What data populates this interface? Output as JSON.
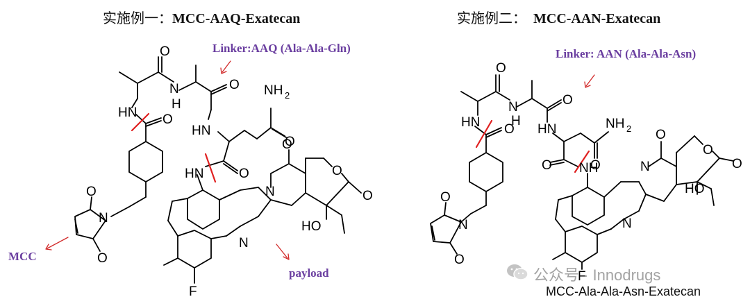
{
  "colors": {
    "annotation": "#6b3fa0",
    "arrow": "#d22b2b",
    "cleavage": "#e02020",
    "bond": "#000000"
  },
  "left": {
    "title_cn": "实施例一：",
    "title_en": "MCC-AAQ-Exatecan",
    "linker_label": "Linker:AAQ (Ala-Ala-Gln)",
    "mcc_label": "MCC",
    "payload_label": "payload"
  },
  "right": {
    "title_cn": "实施例二：",
    "title_en": "MCC-AAN-Exatecan",
    "linker_label": "Linker: AAN (Ala-Ala-Asn)",
    "caption": "MCC-Ala-Ala-Asn-Exatecan"
  },
  "atoms": {
    "O": "O",
    "N": "N",
    "NH": "NH",
    "HN": "HN",
    "H": "H",
    "NH2": "NH",
    "sub2": "2",
    "HO": "HO",
    "F": "F"
  },
  "watermark": {
    "icon": "wechat-icon",
    "text": "公众号 · Innodrugs"
  }
}
